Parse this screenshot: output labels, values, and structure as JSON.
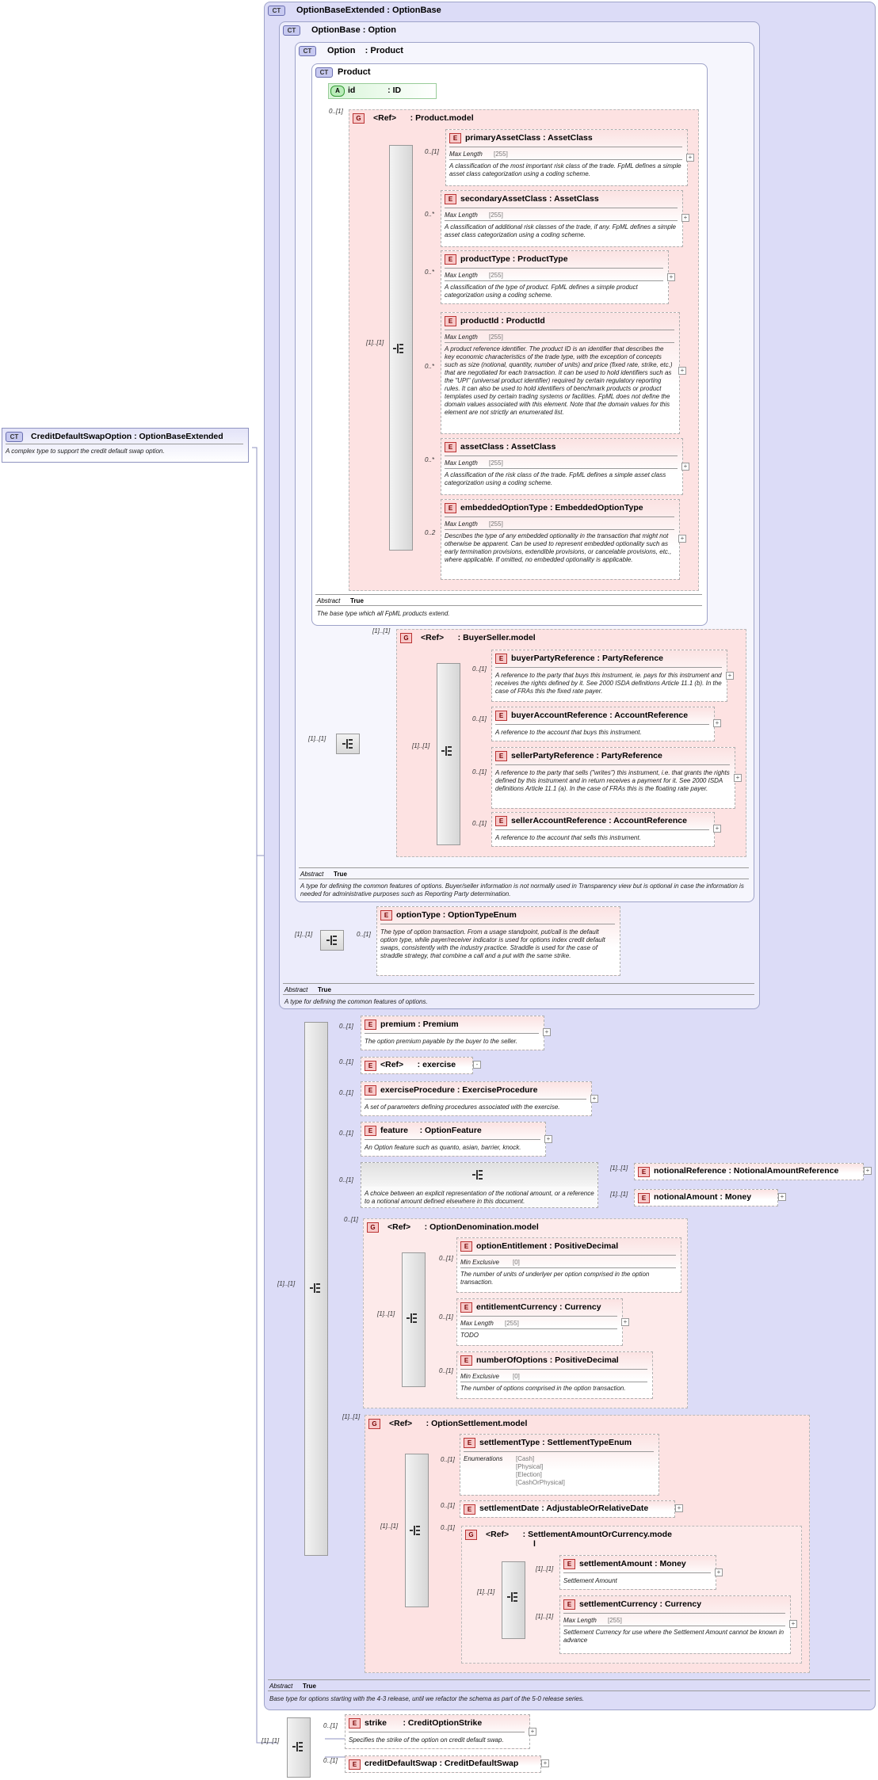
{
  "root": {
    "name": "CreditDefaultSwapOption : OptionBaseExtended",
    "badge": "CT",
    "desc": "A complex type to support the credit default swap option."
  },
  "obe": {
    "title": "OptionBaseExtended : OptionBase",
    "badge": "CT",
    "abstract_label": "Abstract",
    "abstract_value": "True",
    "desc": "Base type for options starting with the 4-3 release, until we refactor the schema as part of the 5-0 release series."
  },
  "ob": {
    "title": "OptionBase : Option",
    "badge": "CT",
    "abstract_label": "Abstract",
    "abstract_value": "True",
    "desc": "A type for defining the common features of options."
  },
  "opt": {
    "title": "Option    : Product",
    "badge": "CT",
    "abstract_label": "Abstract",
    "abstract_value": "True",
    "desc": "A type for defining the common features of options. Buyer/seller information is not normally used in Transparency view but is optional in case the information is needed for administrative purposes such as Reporting Party determination."
  },
  "prod": {
    "title": "Product",
    "badge": "CT",
    "attr_badge": "A",
    "attr_name": "id              : ID",
    "abstract_label": "Abstract",
    "abstract_value": "True",
    "desc": "The base type which all FpML products extend."
  },
  "product_model": {
    "badge": "G",
    "title": "<Ref>      : Product.model",
    "card": "0..[1]",
    "seq_card": "[1]..[1]",
    "elements": [
      {
        "badge": "E",
        "name": "primaryAssetClass : AssetClass",
        "card": "0..[1]",
        "facet": "Max Length",
        "facetv": "[255]",
        "desc": "A classification of the most important risk class of the trade. FpML defines a simple asset class categorization using a coding scheme."
      },
      {
        "badge": "E",
        "name": "secondaryAssetClass : AssetClass",
        "card": "0..*",
        "facet": "Max Length",
        "facetv": "[255]",
        "desc": "A classification of additional risk classes of the trade, if any. FpML defines a simple asset class categorization using a coding scheme."
      },
      {
        "badge": "E",
        "name": "productType : ProductType",
        "card": "0..*",
        "facet": "Max Length",
        "facetv": "[255]",
        "desc": "A classification of the type of product. FpML defines a simple product categorization using a coding scheme."
      },
      {
        "badge": "E",
        "name": "productId : ProductId",
        "card": "0..*",
        "facet": "Max Length",
        "facetv": "[255]",
        "desc": "A product reference identifier. The product ID is an identifier that describes the key economic characteristics of the trade type, with the exception of concepts such as size (notional, quantity, number of units) and price (fixed rate, strike, etc.) that are negotiated for each transaction. It can be used to hold identifiers such as the \"UPI\" (universal product identifier) required by certain regulatory reporting rules. It can also be used to hold identifiers of benchmark products or product templates used by certain trading systems or facilities. FpML does not define the domain values associated with this element. Note that the domain values for this element are not strictly an enumerated list."
      },
      {
        "badge": "E",
        "name": "assetClass : AssetClass",
        "card": "0..*",
        "facet": "Max Length",
        "facetv": "[255]",
        "desc": "A classification of the risk class of the trade. FpML defines a simple asset class categorization using a coding scheme."
      },
      {
        "badge": "E",
        "name": "embeddedOptionType : EmbeddedOptionType",
        "card": "0..2",
        "facet": "Max Length",
        "facetv": "[255]",
        "desc": "Describes the type of any embedded optionality in the transaction that might not otherwise be apparent. Can be used to represent embedded optionality such as early termination provisions, extendible provisions, or cancelable provisions, etc., where applicable. If omitted, no embedded optionality is applicable."
      }
    ]
  },
  "buyer_seller": {
    "badge": "G",
    "title": "<Ref>      : BuyerSeller.model",
    "card": "[1]..[1]",
    "seq_card": "[1]..[1]",
    "outer_card": "[1]..[1]",
    "elements": [
      {
        "badge": "E",
        "name": "buyerPartyReference : PartyReference",
        "card": "0..[1]",
        "desc": "A reference to the party that buys this instrument, ie. pays for this instrument and receives the rights defined by it. See 2000 ISDA definitions Article 11.1 (b). In the case of FRAs this the fixed rate payer."
      },
      {
        "badge": "E",
        "name": "buyerAccountReference : AccountReference",
        "card": "0..[1]",
        "desc": "A reference to the account that buys this instrument."
      },
      {
        "badge": "E",
        "name": "sellerPartyReference : PartyReference",
        "card": "0..[1]",
        "desc": "A reference to the party that sells (\"writes\") this instrument, i.e. that grants the rights defined by this instrument and in return receives a payment for it. See 2000 ISDA definitions Article 11.1 (a). In the case of FRAs this is the floating rate payer."
      },
      {
        "badge": "E",
        "name": "sellerAccountReference : AccountReference",
        "card": "0..[1]",
        "desc": "A reference to the account that sells this instrument."
      }
    ]
  },
  "option_type": {
    "badge": "E",
    "name": "optionType : OptionTypeEnum",
    "seq_card": "[1]..[1]",
    "card": "0..[1]",
    "desc": "The type of option transaction. From a usage standpoint, put/call is the default option type, while payer/receiver indicator is used for options index credit default swaps, consistently with the industry practice. Straddle is used for the case of straddle strategy, that combine a call and a put with the same strike."
  },
  "obe_seq": {
    "card": "[1]..[1]",
    "premium": {
      "badge": "E",
      "name": "premium : Premium",
      "card": "0..[1]",
      "desc": "The option premium payable by the buyer to the seller."
    },
    "exercise": {
      "badge": "E",
      "name": "<Ref>      : exercise",
      "card": "0..[1]"
    },
    "exerciseProcedure": {
      "badge": "E",
      "name": "exerciseProcedure : ExerciseProcedure",
      "card": "0..[1]",
      "desc": "A set of parameters defining procedures associated with the exercise."
    },
    "feature": {
      "badge": "E",
      "name": "feature     : OptionFeature",
      "card": "0..[1]",
      "desc": "An Option feature such as quanto, asian, barrier, knock."
    },
    "choice": {
      "card": "0..[1]",
      "desc": "A choice between an explicit representation of the notional amount, or a reference to a notional amount defined elsewhere in this document.",
      "notionalReference": {
        "badge": "E",
        "name": "notionalReference : NotionalAmountReference",
        "card": "[1]..[1]"
      },
      "notionalAmount": {
        "badge": "E",
        "name": "notionalAmount : Money",
        "card": "[1]..[1]"
      }
    },
    "denomination": {
      "badge": "G",
      "title": "<Ref>      : OptionDenomination.model",
      "card": "0..[1]",
      "seq_card": "[1]..[1]",
      "optionEntitlement": {
        "badge": "E",
        "name": "optionEntitlement : PositiveDecimal",
        "card": "0..[1]",
        "facet": "Min Exclusive",
        "facetv": "[0]",
        "desc": "The number of units of underlyer per option comprised in the option transaction."
      },
      "entitlementCurrency": {
        "badge": "E",
        "name": "entitlementCurrency : Currency",
        "card": "0..[1]",
        "facet": "Max Length",
        "facetv": "[255]",
        "desc": "TODO"
      },
      "numberOfOptions": {
        "badge": "E",
        "name": "numberOfOptions : PositiveDecimal",
        "card": "0..[1]",
        "facet": "Min Exclusive",
        "facetv": "[0]",
        "desc": "The number of options comprised in the option transaction."
      }
    },
    "settlement": {
      "badge": "G",
      "title": "<Ref>      : OptionSettlement.model",
      "card": "[1]..[1]",
      "seq_card": "[1]..[1]",
      "settlementType": {
        "badge": "E",
        "name": "settlementType : SettlementTypeEnum",
        "card": "0..[1]",
        "facet": "Enumerations",
        "enums": [
          "[Cash]",
          "[Physical]",
          "[Election]",
          "[CashOrPhysical]"
        ]
      },
      "settlementDate": {
        "badge": "E",
        "name": "settlementDate : AdjustableOrRelativeDate",
        "card": "0..[1]"
      },
      "amountOrCurrency": {
        "badge": "G",
        "title": "<Ref>      : SettlementAmountOrCurrency.mode",
        "title2": "l",
        "card": "0..[1]",
        "choice_card": "[1]..[1]",
        "settlementAmount": {
          "badge": "E",
          "name": "settlementAmount : Money",
          "card": "[1]..[1]",
          "desc": "Settlement Amount"
        },
        "settlementCurrency": {
          "badge": "E",
          "name": "settlementCurrency : Currency",
          "card": "[1]..[1]",
          "facet": "Max Length",
          "facetv": "[255]",
          "desc": "Settlement Currency for use where the Settlement Amount cannot be known in advance"
        }
      }
    }
  },
  "cds_seq": {
    "card": "[1]..[1]",
    "strike": {
      "badge": "E",
      "name": "strike       : CreditOptionStrike",
      "card": "0..[1]",
      "desc": "Specifies the strike of the option on credit default swap."
    },
    "creditDefaultSwap": {
      "badge": "E",
      "name": "creditDefaultSwap : CreditDefaultSwap",
      "card": "0..[1]"
    }
  },
  "symbols": {
    "plus": "+",
    "minus": "-"
  }
}
